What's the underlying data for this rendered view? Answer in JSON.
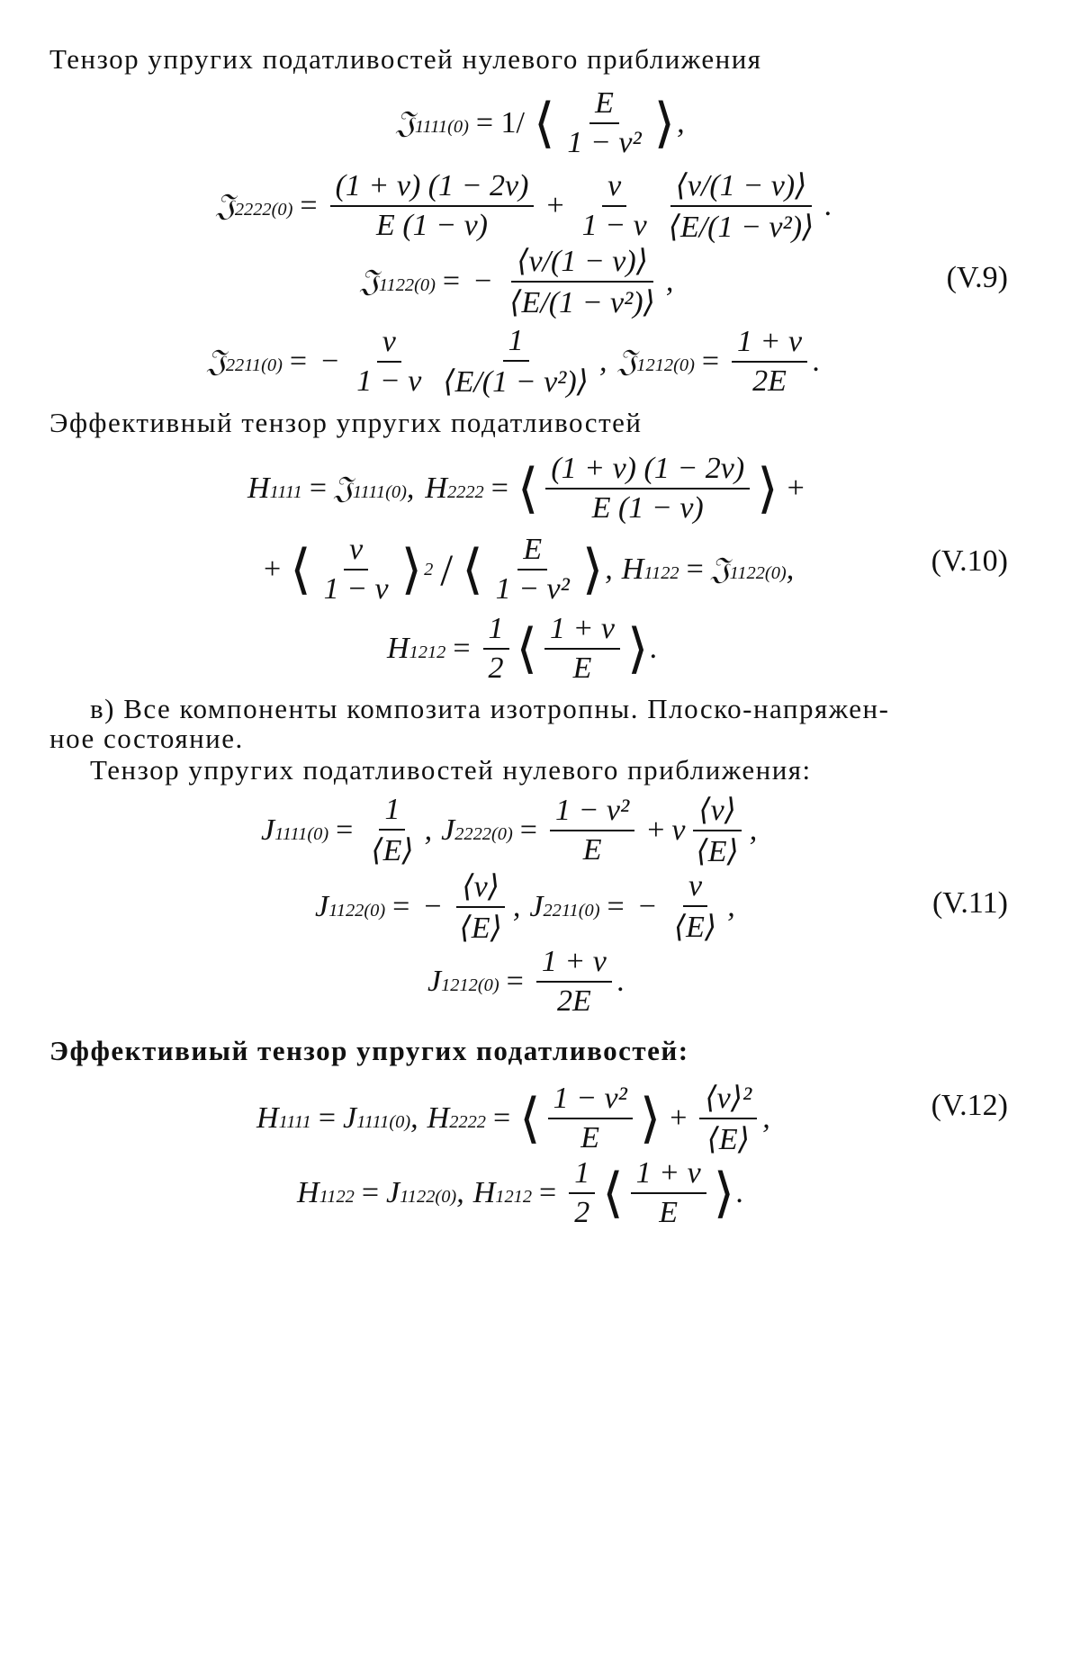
{
  "paragraphs": {
    "p1": "Тензор упругих податливостей нулевого приближения",
    "p2": "Эффективный тензор упругих податливостей",
    "p3_line1": "в) Все компоненты композита изотропны. Плоско-напряжен-",
    "p3_line2": "ное состояние.",
    "p4": "Тензор упругих податливостей нулевого приближения:",
    "p5": "Эффективиый тензор упругих податливостей:"
  },
  "equation_numbers": {
    "v9": "(V.9)",
    "v10": "(V.10)",
    "v11": "(V.11)",
    "v12": "(V.12)"
  },
  "symbols": {
    "J_fraktur": "𝔍",
    "J": "J",
    "H": "H",
    "sup0": "(0)",
    "i1111": "1111",
    "i2222": "2222",
    "i1122": "1122",
    "i2211": "2211",
    "i1212": "1212"
  },
  "fragments": {
    "one_over": "= 1/",
    "E": "E",
    "one_minus_nu2": "1 − ν²",
    "eq": "=",
    "plus": "+",
    "minus": "−",
    "comma": ",",
    "period": ".",
    "num_1pn_1m2n": "(1 + ν) (1 − 2ν)",
    "den_E1mn": "E (1 − ν)",
    "nu": "ν",
    "one_minus_nu": "1 − ν",
    "avg_nu_over_1mn": "⟨ν/(1 − ν)⟩",
    "avg_E_over_1mn2": "⟨E/(1 − ν²)⟩",
    "one": "1",
    "one_plus_nu": "1 + ν",
    "twoE": "2E",
    "two": "2",
    "avgE": "⟨E⟩",
    "avgnu": "⟨ν⟩",
    "avgnu_sq": "⟨ν⟩²",
    "sq": "2",
    "slash": "/",
    "langle": "⟨",
    "rangle": "⟩"
  }
}
